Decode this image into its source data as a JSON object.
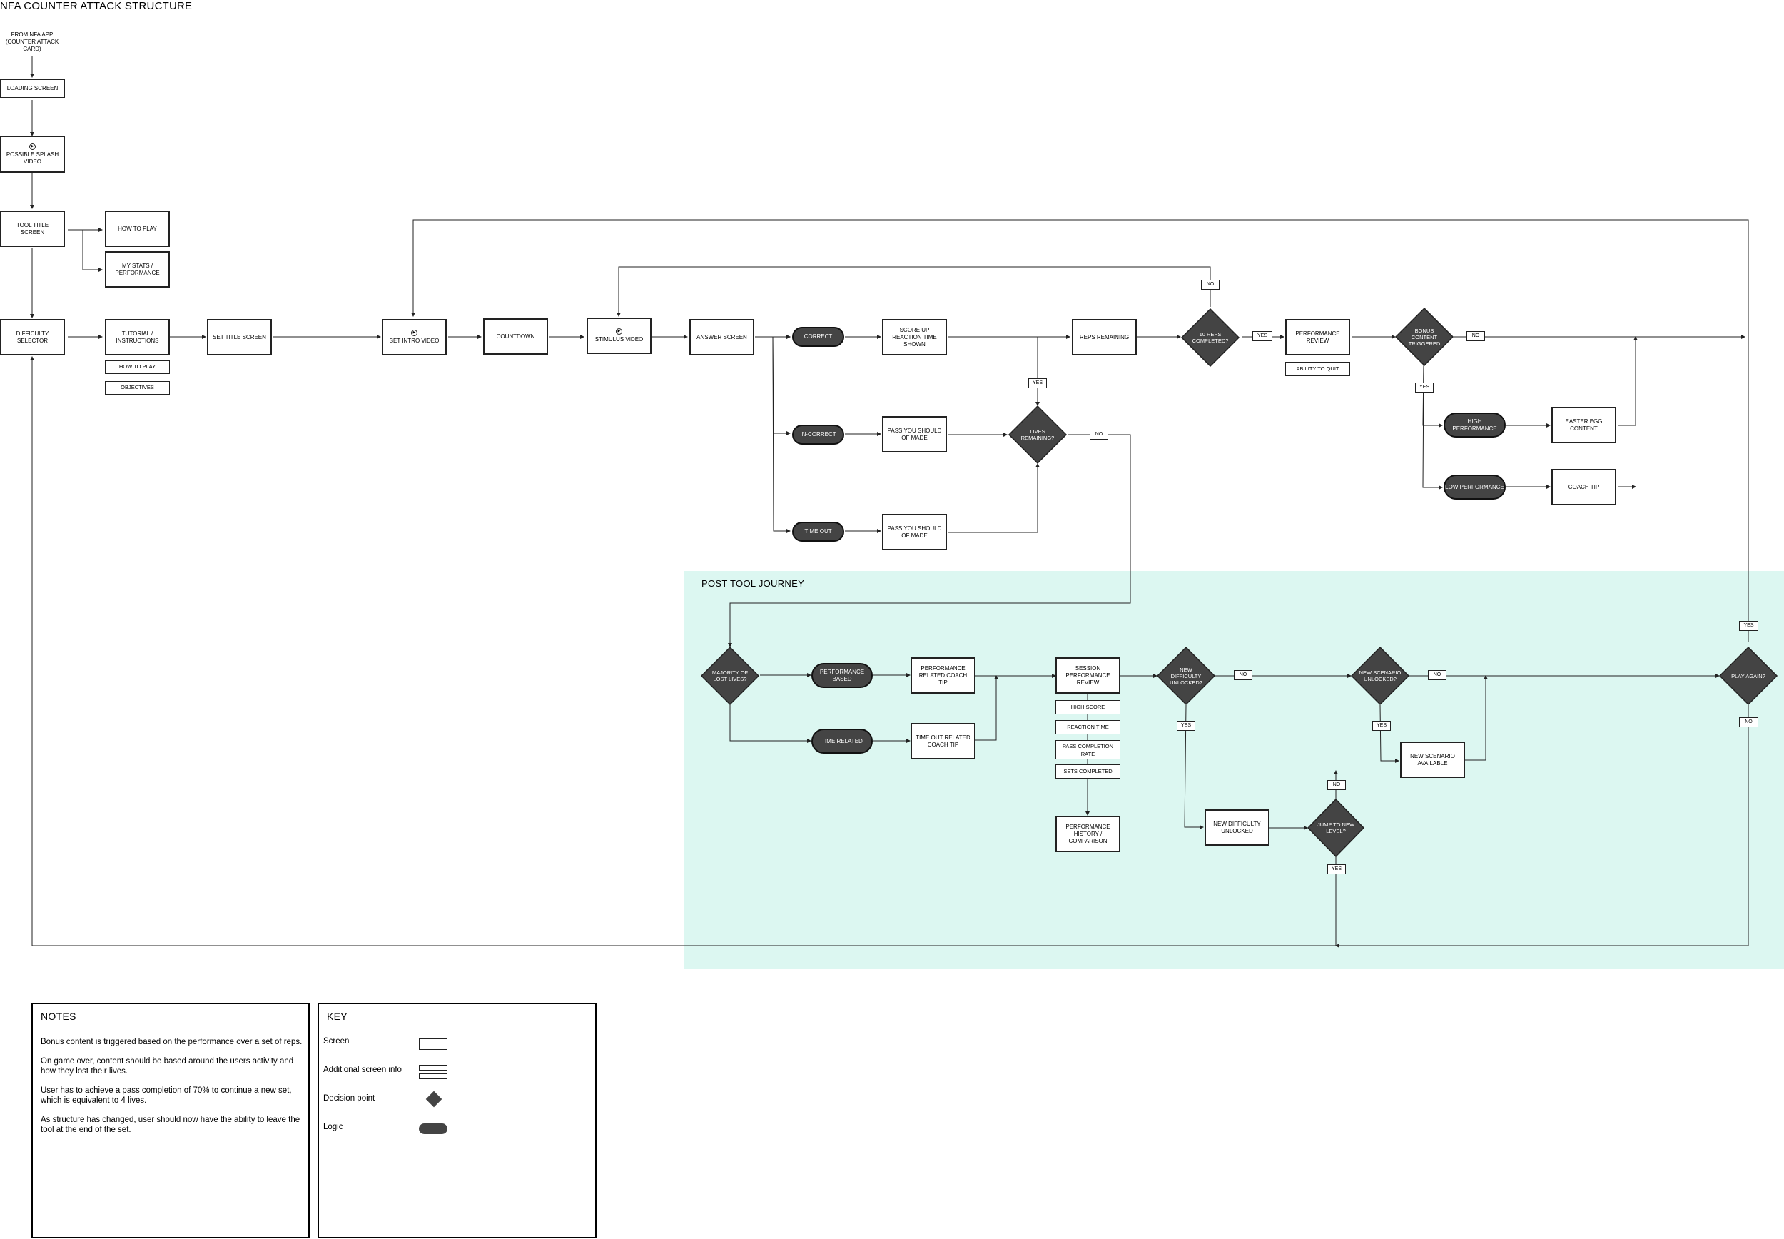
{
  "title": "NFA COUNTER ATTACK STRUCTURE",
  "region_label": "POST TOOL JOURNEY",
  "start_text": "FROM NFA APP (COUNTER ATTACK CARD)",
  "screens": {
    "loading": "LOADING SCREEN",
    "splash": "POSSIBLE SPLASH VIDEO",
    "tool_title": "TOOL TITLE SCREEN",
    "how_to_play": "HOW TO PLAY",
    "my_stats": "MY STATS / PERFORMANCE",
    "difficulty": "DIFFICULTY SELECTOR",
    "tutorial": "TUTORIAL / INSTRUCTIONS",
    "set_title": "SET TITLE SCREEN",
    "set_intro": "SET INTRO VIDEO",
    "countdown": "COUNTDOWN",
    "stimulus": "STIMULUS VIDEO",
    "answer": "ANSWER SCREEN",
    "score_up": "SCORE UP REACTION TIME SHOWN",
    "pass_should_1": "PASS YOU SHOULD OF MADE",
    "pass_should_2": "PASS YOU SHOULD OF MADE",
    "reps_remaining": "REPS REMAINING",
    "performance_review": "PERFORMANCE REVIEW",
    "easter_egg": "EASTER EGG CONTENT",
    "coach_tip": "COACH TIP",
    "perf_coach_tip": "PERFORMANCE RELATED COACH TIP",
    "timeout_coach_tip": "TIME OUT RELATED COACH TIP",
    "session_review": "SESSION PERFORMANCE REVIEW",
    "perf_history": "PERFORMANCE HISTORY / COMPARISON",
    "new_difficulty_unlocked": "NEW DIFFICULTY UNLOCKED",
    "new_scenario_available": "NEW SCENARIO AVAILABLE"
  },
  "info": {
    "how_to_play": "HOW TO PLAY",
    "objectives": "OBJECTIVES",
    "ability_to_quit": "ABILITY TO QUIT",
    "high_score": "HIGH SCORE",
    "reaction_time": "REACTION TIME",
    "pass_completion": "PASS COMPLETION RATE",
    "sets_completed": "SETS COMPLETED"
  },
  "logic": {
    "correct": "CORRECT",
    "incorrect": "IN-CORRECT",
    "timeout": "TIME OUT",
    "high_perf": "HIGH PERFORMANCE",
    "low_perf": "LOW PERFORMANCE",
    "perf_based": "PERFORMANCE BASED",
    "time_related": "TIME RELATED"
  },
  "decisions": {
    "reps_completed": "10 REPS COMPLETED?",
    "lives_remaining": "LIVES REMAINING?",
    "bonus": "BONUS CONTENT TRIGGERED",
    "majority_lost": "MAJORITY OF LOST LIVES?",
    "new_difficulty": "NEW DIFFICULTY UNLOCKED?",
    "new_scenario": "NEW SCENARIO UNLOCKED?",
    "jump_level": "JUMP TO NEW LEVEL?",
    "play_again": "PLAY AGAIN?"
  },
  "tags": {
    "yes": "YES",
    "no": "NO"
  },
  "notes": {
    "title": "NOTES",
    "items": [
      "Bonus content is triggered based on the performance over a set of reps.",
      "On game over, content should be based around the users activity and how they lost their lives.",
      "User has to achieve a pass completion of 70% to continue a new set, which is equivalent to 4 lives.",
      "As structure has changed, user should now have the ability to leave the tool at the end of the set."
    ]
  },
  "key": {
    "title": "KEY",
    "screen": "Screen",
    "additional": "Additional screen info",
    "decision": "Decision point",
    "logic": "Logic"
  },
  "colors": {
    "region": "#dcf7f1",
    "shape_fill": "#444444",
    "line": "#222222"
  }
}
